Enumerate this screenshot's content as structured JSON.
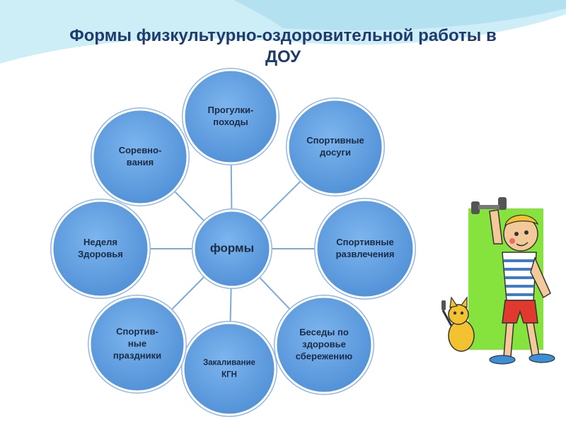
{
  "title": {
    "line1": "Формы физкультурно-оздоровительной работы в",
    "line2": "ДОУ"
  },
  "diagram": {
    "center": {
      "label": [
        "формы"
      ]
    },
    "nodes": [
      {
        "name": "node-progulki-pokhody",
        "label": [
          "Прогулки-",
          "походы"
        ]
      },
      {
        "name": "node-sportivnye-dosugi",
        "label": [
          "Спортивные",
          "досуги"
        ]
      },
      {
        "name": "node-sportivnye-razvlecheniya",
        "label": [
          "Спортивные",
          "развлечения"
        ]
      },
      {
        "name": "node-besedy-o-zdorovye",
        "label": [
          "Беседы по",
          "здоровье",
          "сбережению"
        ]
      },
      {
        "name": "node-zakalivanie-kgn",
        "label": [
          "Закаливание",
          "КГН"
        ]
      },
      {
        "name": "node-sportivnye-prazdniki",
        "label": [
          "Спортив-",
          "ные",
          "праздники"
        ]
      },
      {
        "name": "node-nedelya-zdorovya",
        "label": [
          "Неделя",
          "Здоровья"
        ]
      },
      {
        "name": "node-sorevnovaniya",
        "label": [
          "Соревно-",
          "вания"
        ]
      }
    ]
  },
  "colors": {
    "circle_fill": "#5b9be0",
    "circle_stroke": "#ffffff",
    "circle_ring": "#8fb7e6",
    "connector": "#7ea9de",
    "title": "#1f3b6e",
    "label": "#1a2b45",
    "wave": "#bfe6f2",
    "illustration_bg": "#86e23c"
  },
  "illustration": {
    "icon": "athlete-with-dumbbell-illustration"
  }
}
